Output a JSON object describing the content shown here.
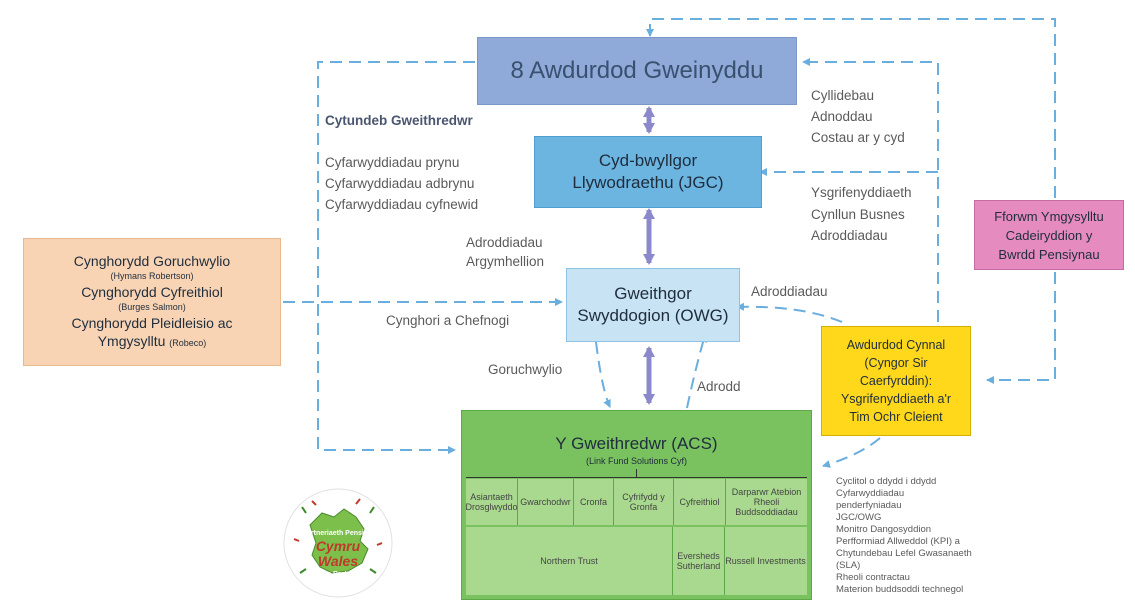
{
  "authorities": {
    "title": "8 Awdurdod Gweinyddu"
  },
  "jgc": {
    "line1": "Cyd-bwyllgor",
    "line2": "Llywodraethu (JGC)"
  },
  "owg": {
    "line1": "Gweithgor",
    "line2": "Swyddogion (OWG)"
  },
  "acs": {
    "title": "Y Gweithredwr (ACS)",
    "subtitle": "(Link Fund Solutions Cyf)",
    "departments": [
      "Asiantaeth Drosglwyddo",
      "Gwarchodwr",
      "Cronfa",
      "Cyfrifydd y Gronfa",
      "Cyfreithiol",
      "Darparwr Atebion Rheoli Buddsoddiadau"
    ],
    "providers": [
      "Northern Trust",
      "Eversheds Sutherland",
      "Russell Investments"
    ]
  },
  "advisers": {
    "oversight": "Cynghorydd Goruchwylio",
    "oversight_firm": "(Hymans Robertson)",
    "legal": "Cynghorydd Cyfreithiol",
    "legal_firm": "(Burges Salmon)",
    "voting_line1": "Cynghorydd Pleidleisio ac",
    "voting_line2": "Ymgysylltu",
    "voting_firm": "(Robeco)"
  },
  "host": {
    "lines": [
      "Awdurdod Cynnal",
      "(Cyngor Sir",
      "Caerfyrddin):",
      "Ysgrifenyddiaeth a'r",
      "Tim Ochr Cleient"
    ]
  },
  "forum": {
    "lines": [
      "Fforwm Ymgysylltu",
      "Cadeiryddion y",
      "Bwrdd Pensiynau"
    ]
  },
  "labels": {
    "agreement_heading": "Cytundeb Gweithredwr",
    "agreement_items": [
      "Cyfarwyddiadau prynu",
      "Cyfarwyddiadau adbrynu",
      "Cyfarwyddiadau cyfnewid"
    ],
    "budget_items": [
      "Cyllidebau",
      "Adnoddau",
      "Costau ar y cyd"
    ],
    "secretariat_items": [
      "Ysgrifenyddiaeth",
      "Cynllun Busnes",
      "Adroddiadau"
    ],
    "reports_recs": [
      "Adroddiadau",
      "Argymhellion"
    ],
    "reports": "Adroddiadau",
    "advise_support": "Cynghori a Chefnogi",
    "oversee": "Goruchwylio",
    "report": "Adrodd",
    "host_tasks": [
      "Cyclitol o ddydd i ddydd",
      "Cyfarwyddiadau",
      "penderfyniadau",
      "JGC/OWG",
      "Monitro Dangosyddion",
      "Perfformiad Allweddol (KPI) a",
      "Chytundebau Lefel Gwasanaeth",
      "(SLA)",
      "Rheoli contractau",
      "Materion buddsoddi technegol"
    ]
  },
  "logo": {
    "center_line1": "Cymru",
    "center_line2": "Wales",
    "top_text": "Partneriaeth Pensiwn",
    "bottom_text": "Pension Partnership"
  },
  "colors": {
    "authorities_fill": "#8fa9d9",
    "jgc_fill": "#6cb5e0",
    "owg_fill": "#c7e3f4",
    "acs_fill": "#79c25f",
    "acs_sub_fill": "#a9d98f",
    "adviser_fill": "#f8d4b4",
    "host_fill": "#ffd81b",
    "forum_fill": "#e58bc0",
    "dashed": "#6aaede",
    "solid_arrow": "#8b88cc"
  }
}
